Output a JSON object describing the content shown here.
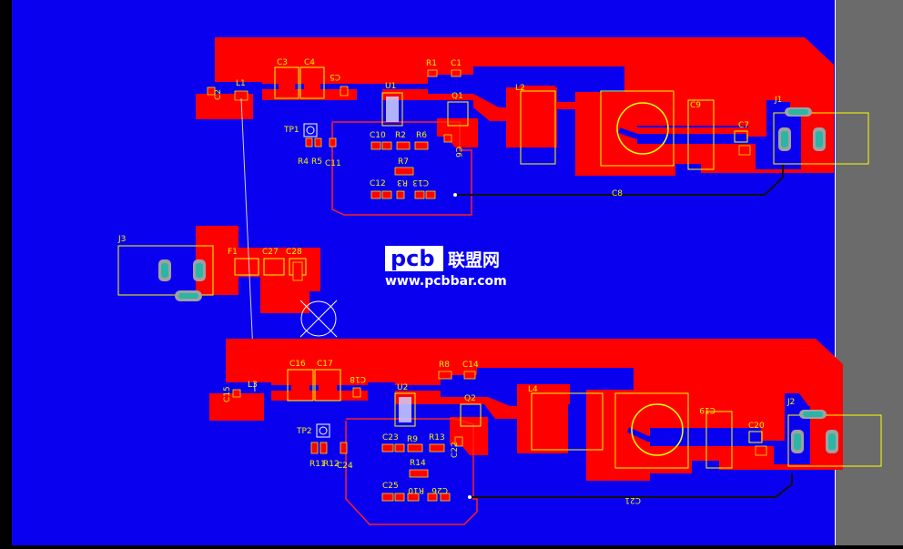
{
  "colors": {
    "background": "#000000",
    "bottom_layer": "#0a00f0",
    "top_copper": "#ff0000",
    "silkscreen": "#ffff00",
    "board_edge": "#6b6b6b",
    "pad": "#a0a0a0",
    "slot": "#2bb5a5"
  },
  "upper_stage": {
    "refs": {
      "L1": "L1",
      "C2": "C2",
      "C3": "C3",
      "C4": "C4",
      "C5": "C5",
      "U1": "U1",
      "R1": "R1",
      "C1": "C1",
      "Q1": "Q1",
      "L2": "L2",
      "C9": "C9",
      "C7": "C7",
      "J1": "J1",
      "TP1": "TP1",
      "C10": "C10",
      "R2": "R2",
      "R6": "R6",
      "C6": "C6",
      "R4": "R4",
      "R5": "R5",
      "C11": "C11",
      "R7": "R7",
      "C12": "C12",
      "R3": "R3",
      "C13": "C13",
      "C8": "C8"
    }
  },
  "middle": {
    "refs": {
      "J3": "J3",
      "F1": "F1",
      "C27": "C27",
      "C28": "C28"
    }
  },
  "lower_stage": {
    "refs": {
      "C16": "C16",
      "C17": "C17",
      "C18": "C18",
      "R8": "R8",
      "C14": "C14",
      "L3": "L3",
      "C15": "C15",
      "U2": "U2",
      "Q2": "Q2",
      "L4": "L4",
      "C19": "C19",
      "C20": "C20",
      "J2": "J2",
      "TP2": "TP2",
      "C23": "C23",
      "R9": "R9",
      "R13": "R13",
      "C22": "C22",
      "R11": "R11",
      "R12": "R12",
      "C24": "C24",
      "R14": "R14",
      "C25": "C25",
      "R10": "R10",
      "C26": "C26",
      "C21": "C21"
    }
  },
  "watermark": {
    "logo": "pcb",
    "cn": "联盟网",
    "url": "www.pcbbar.com"
  }
}
